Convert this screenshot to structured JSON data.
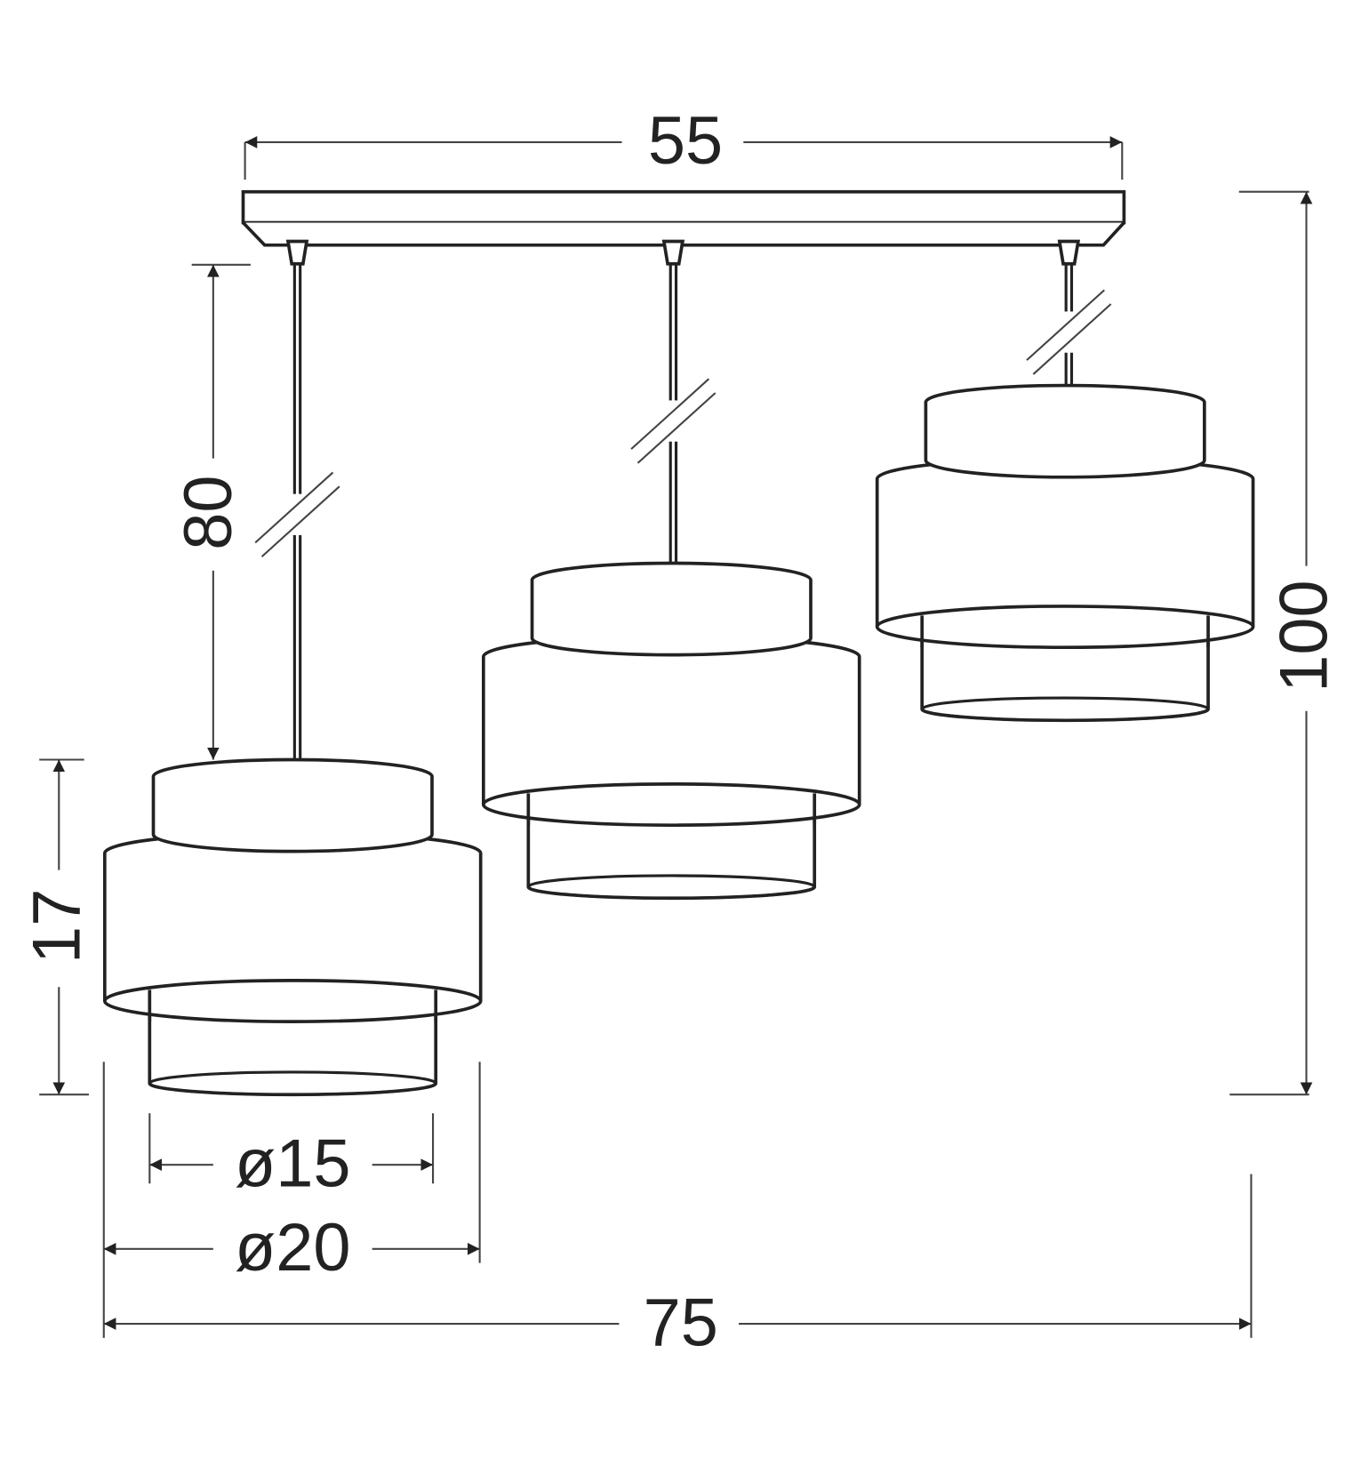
{
  "dimensions": {
    "plate_width": "55",
    "total_height": "100",
    "cord_length": "80",
    "shade_height": "17",
    "inner_diameter": "ø15",
    "outer_diameter": "ø20",
    "total_width": "75"
  },
  "colors": {
    "line": "#222222",
    "background": "#ffffff"
  }
}
